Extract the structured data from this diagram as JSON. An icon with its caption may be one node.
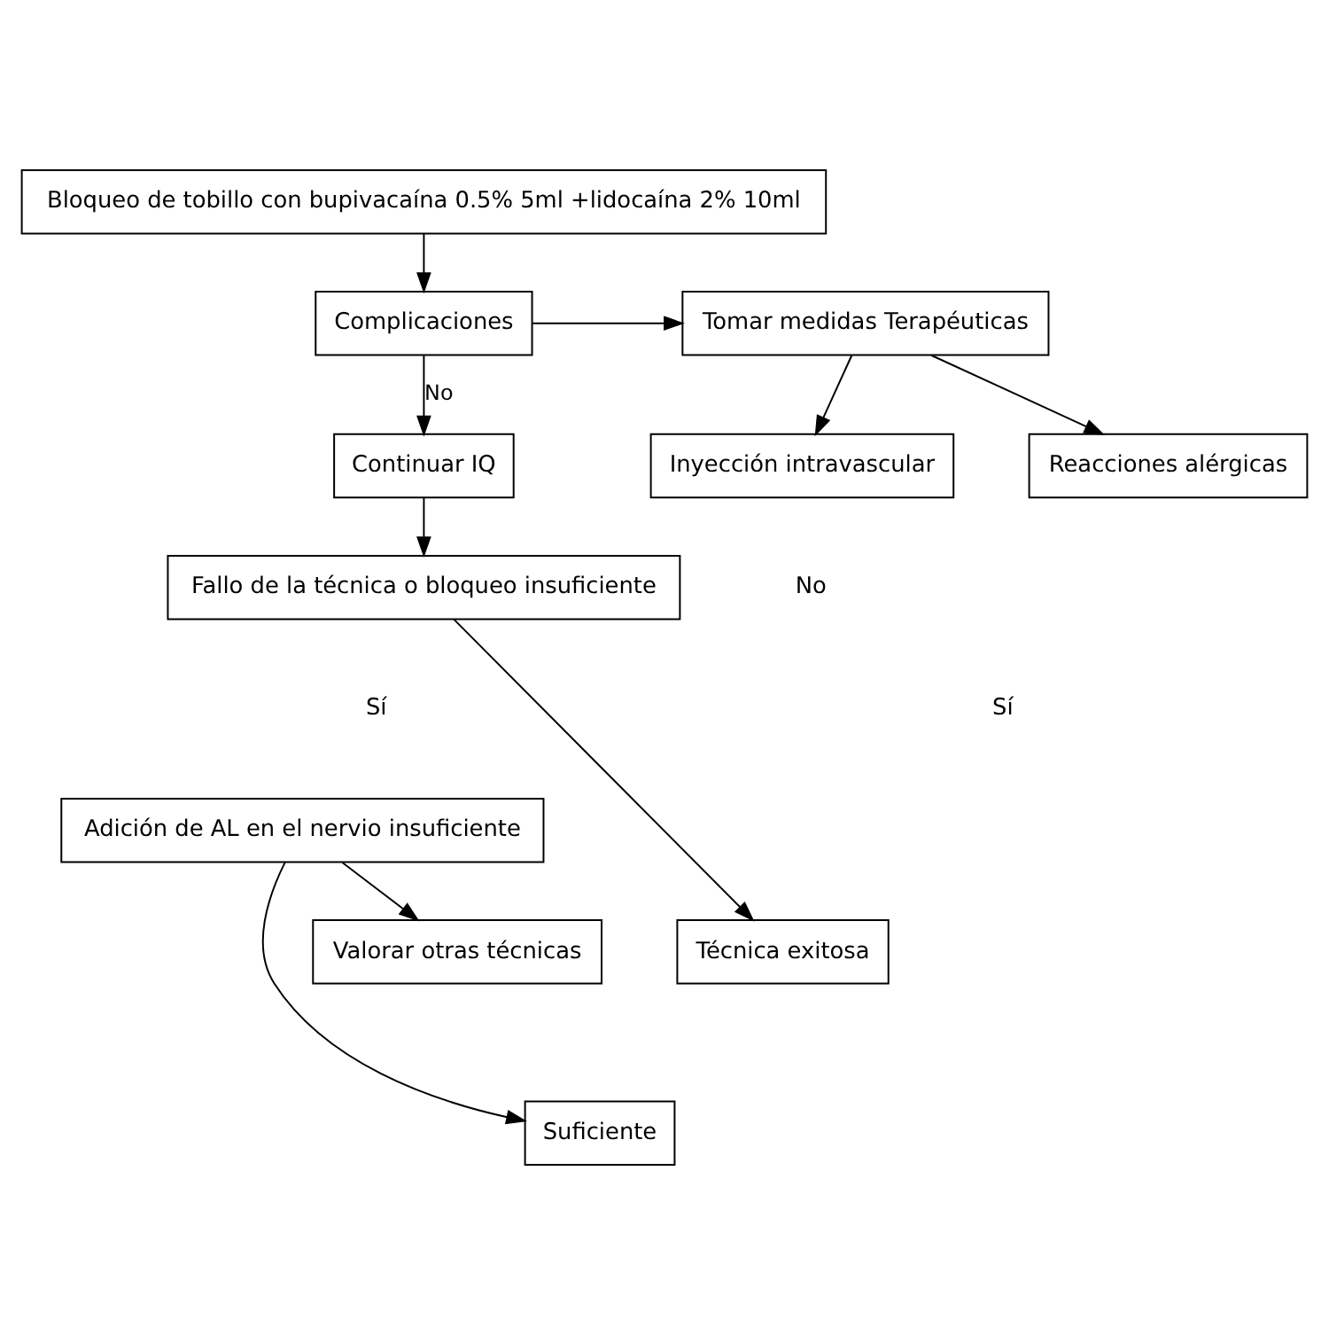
{
  "diagram": {
    "nodes": [
      {
        "text": [
          "Bloqueo de tobillo con bupivacaína 0.5% 5ml +lidocaína 2% 10ml"
        ]
      },
      {
        "text": [
          "Complicaciones"
        ]
      },
      {
        "text": [
          "Tomar medidas Terapéuticas"
        ]
      },
      {
        "text": [
          "Reacciones alérgicas"
        ]
      },
      {
        "text": [
          "Inyección intravascular"
        ]
      },
      {
        "text": [
          "Continuar IQ"
        ]
      },
      {
        "text": [
          "Fallo de la técnica o bloqueo insuficiente"
        ]
      },
      {
        "text": [
          "Técnica exitosa"
        ]
      },
      {
        "text": [
          "Adición de AL en el nervio insuficiente"
        ]
      },
      {
        "text": [
          "Suficiente"
        ]
      },
      {
        "text": [
          "Valorar otras técnicas"
        ]
      }
    ],
    "edges": [
      {
        "from": 0,
        "to": 1,
        "arrow": "to"
      },
      {
        "from": 1,
        "to": 2,
        "arrow": "to"
      },
      {
        "from": 2,
        "to": 3,
        "arrow": "to"
      },
      {
        "from": 2,
        "to": 4,
        "arrow": "to"
      },
      {
        "from": 1,
        "to": 5,
        "arrow": "to",
        "label": "No"
      },
      {
        "from": 5,
        "to": 6,
        "arrow": "to"
      },
      {
        "from": 6,
        "to": 7,
        "arrow": "to"
      },
      {
        "from": 8,
        "to": 9,
        "arrow": "to"
      },
      {
        "from": 8,
        "to": 10,
        "arrow": "to"
      }
    ],
    "labels": [
      "No",
      "Sí",
      "Sí"
    ]
  }
}
